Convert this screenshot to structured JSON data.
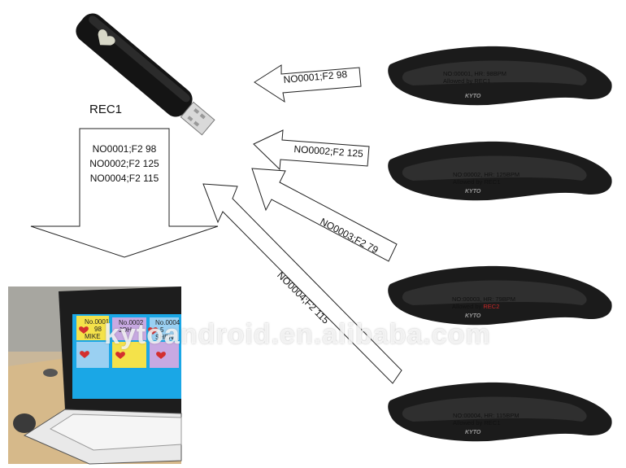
{
  "receiver": {
    "label": "REC1"
  },
  "to_computer_lines": [
    "NO0001;F2 98",
    "NO0002;F2 125",
    "NO0004;F2 115"
  ],
  "arrows": [
    {
      "label": "NO0001;F2 98"
    },
    {
      "label": "NO0002;F2 125"
    },
    {
      "label": "NO0003;F2 79"
    },
    {
      "label": "NO0004;F2 115"
    }
  ],
  "straps": [
    {
      "line1": "NO:00001, HR: 98BPM",
      "line2_prefix": "Allowed by ",
      "receiver": "REC1",
      "receiver_color": "#111111"
    },
    {
      "line1": "NO:00002, HR: 125BPM",
      "line2_prefix": "Allowed by ",
      "receiver": "REC1",
      "receiver_color": "#111111"
    },
    {
      "line1": "NO:00003, HR: 79BPM",
      "line2_prefix": "Allowed by ",
      "receiver": "REC2",
      "receiver_color": "#c62828"
    },
    {
      "line1": "NO:00004, HR: 115BPM",
      "line2_prefix": "Allowed by ",
      "receiver": "REC1",
      "receiver_color": "#111111"
    }
  ],
  "screen_tiles": [
    {
      "line1": "No.0001",
      "line2": "98",
      "line3": "MIKE"
    },
    {
      "line1": "No.0002",
      "line2": "",
      "line3": "JOH"
    },
    {
      "line1": "No.0004",
      "line2": "5",
      "line3": "SHEN"
    }
  ],
  "strap_brand": "KYTO",
  "watermark": "kytoandroid.en.alibaba.com"
}
